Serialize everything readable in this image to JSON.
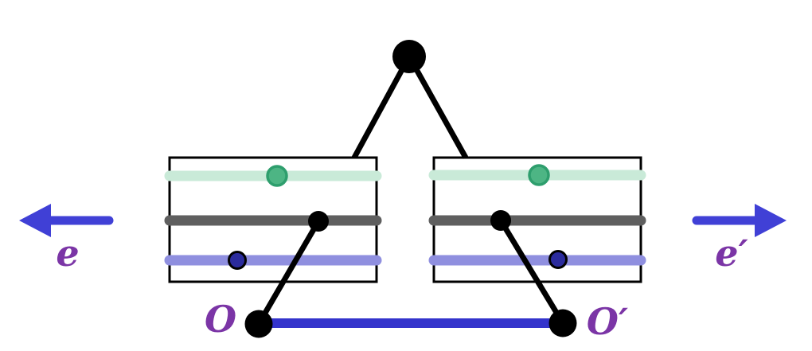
{
  "figure": {
    "labels": {
      "e": "e",
      "e_prime": "e′",
      "o": "O",
      "o_prime": "O′"
    },
    "colors": {
      "background": "#ffffff",
      "black": "#000000",
      "label_purple": "#7b35a6",
      "arrow_blue": "#4040d6",
      "baseline_blue": "#3434cc",
      "mint_bar": "#c9ead8",
      "gray_bar": "#5f5f5f",
      "lavender_bar": "#8f8fdf",
      "green_dot_fill": "#4db584",
      "green_dot_stroke": "#2e9e6d",
      "navy_dot_fill": "#2b2b9d"
    }
  }
}
